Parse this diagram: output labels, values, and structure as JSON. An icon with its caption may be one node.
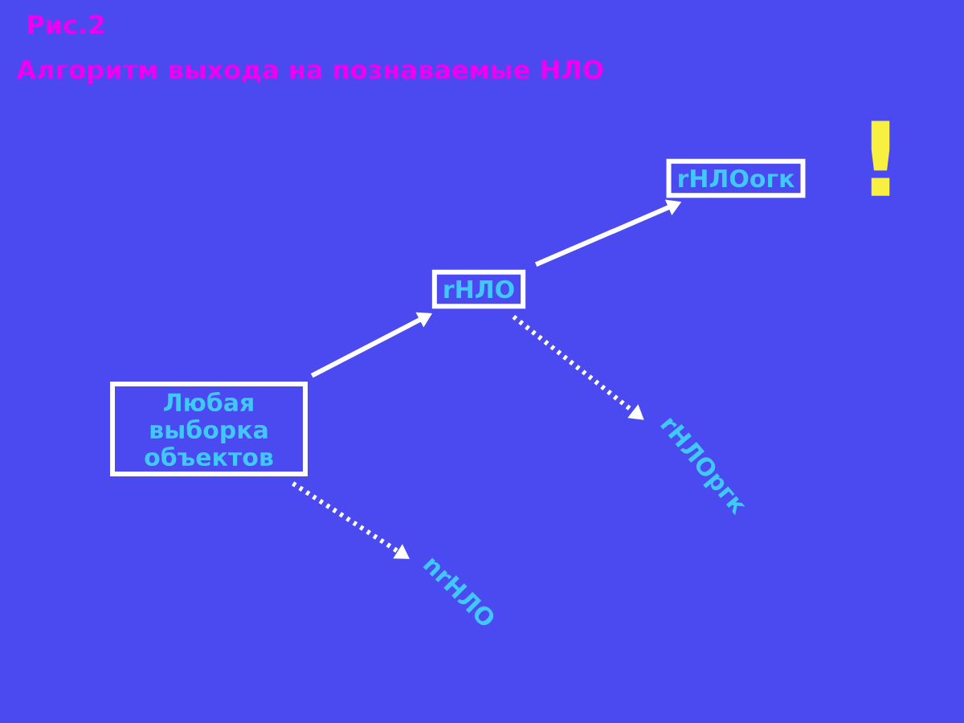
{
  "diagram": {
    "title": "Алгоритм выхода на познаваемые НЛО",
    "nodes": [
      {
        "text": [
          "Любая выборка объектов"
        ]
      },
      {
        "text": [
          "rНЛО"
        ]
      },
      {
        "text": [
          "rНЛОогк"
        ]
      },
      {
        "text": [
          "rНЛОргк"
        ]
      },
      {
        "text": [
          "nrНЛО"
        ]
      }
    ],
    "edges": [
      {
        "from": 0,
        "to": 1,
        "arrow": "to"
      },
      {
        "from": 1,
        "to": 2,
        "arrow": "to"
      },
      {
        "from": 1,
        "to": 3,
        "arrow": "to",
        "style": "dashed"
      },
      {
        "from": 0,
        "to": 4,
        "arrow": "to",
        "style": "dashed"
      }
    ],
    "labels": [
      "Рис.2",
      "!"
    ]
  }
}
